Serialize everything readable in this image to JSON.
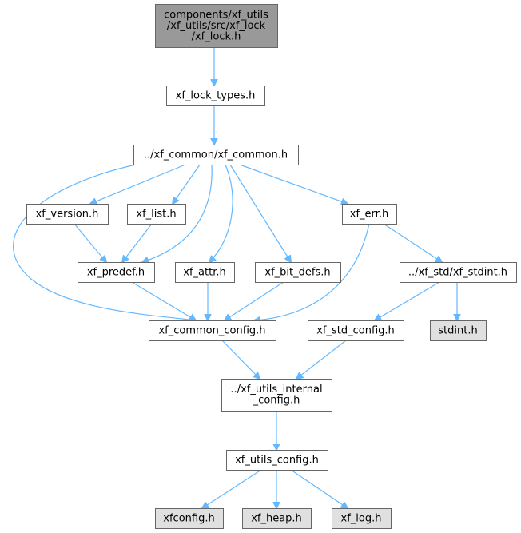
{
  "colors": {
    "background": "#ffffff",
    "node_fill": "#ffffff",
    "root_fill": "#999999",
    "system_fill": "#e0e0e0",
    "border": "#666666",
    "edge": "#63b8ff"
  },
  "nodes": [
    {
      "id": "root",
      "lines": [
        "components/xf_utils",
        "/xf_utils/src/xf_lock",
        "/xf_lock.h"
      ],
      "kind": "root"
    },
    {
      "id": "lock_types",
      "lines": [
        "xf_lock_types.h"
      ],
      "kind": "normal"
    },
    {
      "id": "common",
      "lines": [
        "../xf_common/xf_common.h"
      ],
      "kind": "normal"
    },
    {
      "id": "version",
      "lines": [
        "xf_version.h"
      ],
      "kind": "normal"
    },
    {
      "id": "list",
      "lines": [
        "xf_list.h"
      ],
      "kind": "normal"
    },
    {
      "id": "err",
      "lines": [
        "xf_err.h"
      ],
      "kind": "normal"
    },
    {
      "id": "predef",
      "lines": [
        "xf_predef.h"
      ],
      "kind": "normal"
    },
    {
      "id": "attr",
      "lines": [
        "xf_attr.h"
      ],
      "kind": "normal"
    },
    {
      "id": "bit_defs",
      "lines": [
        "xf_bit_defs.h"
      ],
      "kind": "normal"
    },
    {
      "id": "stdint_wrap",
      "lines": [
        "../xf_std/xf_stdint.h"
      ],
      "kind": "normal"
    },
    {
      "id": "common_config",
      "lines": [
        "xf_common_config.h"
      ],
      "kind": "normal"
    },
    {
      "id": "std_config",
      "lines": [
        "xf_std_config.h"
      ],
      "kind": "normal"
    },
    {
      "id": "stdint",
      "lines": [
        "stdint.h"
      ],
      "kind": "system"
    },
    {
      "id": "internal_config",
      "lines": [
        "../xf_utils_internal",
        "_config.h"
      ],
      "kind": "normal"
    },
    {
      "id": "utils_config",
      "lines": [
        "xf_utils_config.h"
      ],
      "kind": "normal"
    },
    {
      "id": "xfconfig",
      "lines": [
        "xfconfig.h"
      ],
      "kind": "system"
    },
    {
      "id": "heap",
      "lines": [
        "xf_heap.h"
      ],
      "kind": "system"
    },
    {
      "id": "log",
      "lines": [
        "xf_log.h"
      ],
      "kind": "system"
    }
  ],
  "edges": [
    {
      "from": "root",
      "to": "lock_types"
    },
    {
      "from": "lock_types",
      "to": "common"
    },
    {
      "from": "common",
      "to": "version"
    },
    {
      "from": "common",
      "to": "list"
    },
    {
      "from": "common",
      "to": "err"
    },
    {
      "from": "common",
      "to": "predef"
    },
    {
      "from": "common",
      "to": "attr"
    },
    {
      "from": "common",
      "to": "bit_defs"
    },
    {
      "from": "common",
      "to": "common_config"
    },
    {
      "from": "version",
      "to": "predef"
    },
    {
      "from": "list",
      "to": "predef"
    },
    {
      "from": "err",
      "to": "common_config"
    },
    {
      "from": "err",
      "to": "stdint_wrap"
    },
    {
      "from": "predef",
      "to": "common_config"
    },
    {
      "from": "attr",
      "to": "common_config"
    },
    {
      "from": "bit_defs",
      "to": "common_config"
    },
    {
      "from": "stdint_wrap",
      "to": "std_config"
    },
    {
      "from": "stdint_wrap",
      "to": "stdint"
    },
    {
      "from": "common_config",
      "to": "internal_config"
    },
    {
      "from": "std_config",
      "to": "internal_config"
    },
    {
      "from": "internal_config",
      "to": "utils_config"
    },
    {
      "from": "utils_config",
      "to": "xfconfig"
    },
    {
      "from": "utils_config",
      "to": "heap"
    },
    {
      "from": "utils_config",
      "to": "log"
    }
  ]
}
